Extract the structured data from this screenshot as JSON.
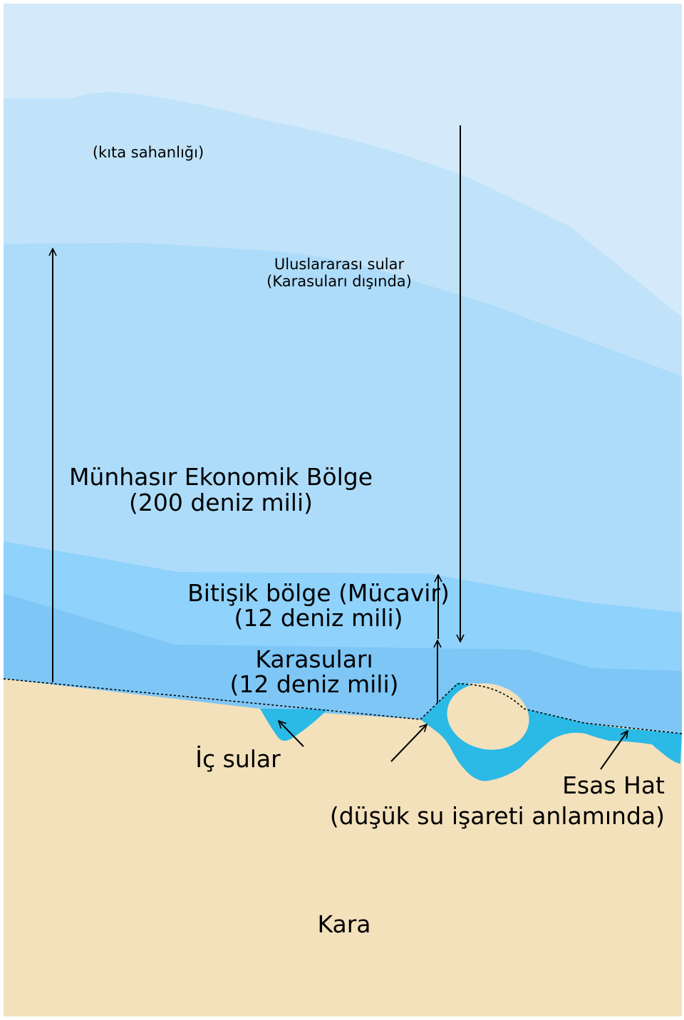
{
  "labels": {
    "continental_shelf": "(kıta sahanlığı)",
    "international_waters_line1": "Uluslararası sular",
    "international_waters_line2": "(Karasuları dışında)",
    "eez_line1": "Münhasır Ekonomik Bölge",
    "eez_line2": "(200 deniz mili)",
    "contiguous_zone_line1": "Bitişik bölge (Mücavir)",
    "contiguous_zone_line2": "(12 deniz mili)",
    "territorial_sea_line1": "Karasuları",
    "territorial_sea_line2": "(12 deniz mili)",
    "internal_waters": "İç sular",
    "baseline_line1": "Esas Hat",
    "baseline_line2": "(düşük su işareti anlamında)",
    "land": "Kara"
  },
  "colors": {
    "continental_shelf_zone": "#d4eafa",
    "high_seas_zone": "#c0e3fa",
    "eez_zone": "#addcfa",
    "contiguous_zone": "#8fd2fb",
    "territorial_sea_zone": "#7ec6f5",
    "internal_waters": "#2bb9e6",
    "land": "#f3e1bc",
    "line": "#000000"
  }
}
